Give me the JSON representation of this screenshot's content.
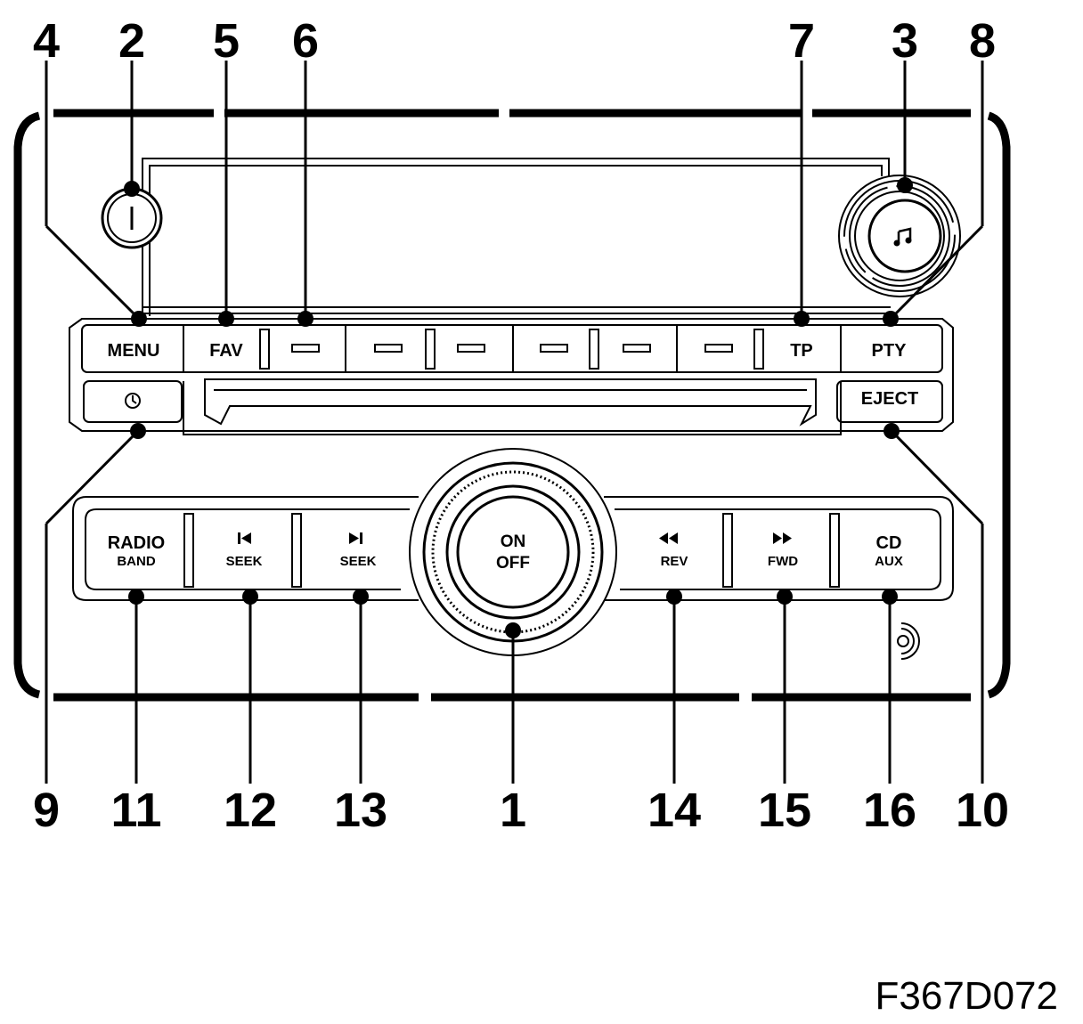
{
  "figure": {
    "id_label": "F367D072"
  },
  "callouts": {
    "c1": "1",
    "c2": "2",
    "c3": "3",
    "c4": "4",
    "c5": "5",
    "c6": "6",
    "c7": "7",
    "c8": "8",
    "c9": "9",
    "c10": "10",
    "c11": "11",
    "c12": "12",
    "c13": "13",
    "c14": "14",
    "c15": "15",
    "c16": "16"
  },
  "buttons": {
    "menu": "MENU",
    "fav": "FAV",
    "tp": "TP",
    "pty": "PTY",
    "eject": "EJECT",
    "radio": "RADIO",
    "band": "BAND",
    "seek_back": "SEEK",
    "seek_fwd": "SEEK",
    "on": "ON",
    "off": "OFF",
    "rev": "REV",
    "fwd": "FWD",
    "cd": "CD",
    "aux": "AUX"
  },
  "icons": {
    "power_knob": "power-icon",
    "tone_knob": "music-note-icon",
    "clock_button": "clock-icon",
    "seek_back": "skip-back-icon",
    "seek_fwd": "skip-forward-icon",
    "rev": "rewind-icon",
    "fwd": "fast-forward-icon",
    "aux_jack": "aux-jack-icon"
  }
}
